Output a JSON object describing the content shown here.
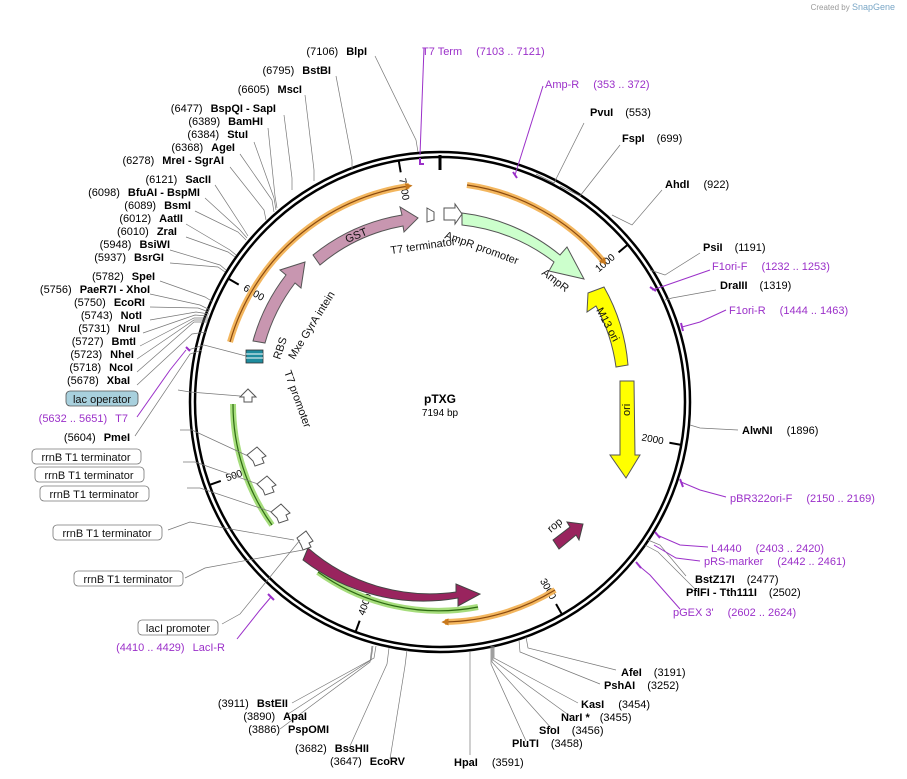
{
  "credit": {
    "prefix": "Created by",
    "brand": "SnapGene"
  },
  "plasmid": {
    "name": "pTXG",
    "size": "7194 bp",
    "length": 7194
  },
  "ticks": [
    "1000",
    "2000",
    "3000",
    "4000",
    "5000",
    "6000",
    "7000"
  ],
  "sites_right": [
    {
      "name": "PvuI",
      "pos": "(553)"
    },
    {
      "name": "FspI",
      "pos": "(699)"
    },
    {
      "name": "AhdI",
      "pos": "(922)"
    },
    {
      "name": "PsiI",
      "pos": "(1191)"
    },
    {
      "name": "DraIII",
      "pos": "(1319)"
    },
    {
      "name": "AlwNI",
      "pos": "(1896)"
    },
    {
      "name": "BstZ17I",
      "pos": "(2477)"
    },
    {
      "name": "PflFI - Tth111I",
      "pos": "(2502)"
    },
    {
      "name": "AfeI",
      "pos": "(3191)"
    },
    {
      "name": "PshAI",
      "pos": "(3252)"
    },
    {
      "name": "KasI",
      "pos": "(3454)"
    },
    {
      "name": "NarI *",
      "pos": "(3455)"
    },
    {
      "name": "SfoI",
      "pos": "(3456)"
    },
    {
      "name": "PluTI",
      "pos": "(3458)"
    },
    {
      "name": "HpaI",
      "pos": "(3591)"
    }
  ],
  "sites_left": [
    {
      "pos": "(7106)",
      "name": "BlpI"
    },
    {
      "pos": "(6795)",
      "name": "BstBI"
    },
    {
      "pos": "(6605)",
      "name": "MscI"
    },
    {
      "pos": "(6477)",
      "name": "BspQI - SapI"
    },
    {
      "pos": "(6389)",
      "name": "BamHI"
    },
    {
      "pos": "(6384)",
      "name": "StuI"
    },
    {
      "pos": "(6368)",
      "name": "AgeI"
    },
    {
      "pos": "(6278)",
      "name": "MreI - SgrAI"
    },
    {
      "pos": "(6121)",
      "name": "SacII"
    },
    {
      "pos": "(6098)",
      "name": "BfuAI - BspMI"
    },
    {
      "pos": "(6089)",
      "name": "BsmI"
    },
    {
      "pos": "(6012)",
      "name": "AatII"
    },
    {
      "pos": "(6010)",
      "name": "ZraI"
    },
    {
      "pos": "(5948)",
      "name": "BsiWI"
    },
    {
      "pos": "(5937)",
      "name": "BsrGI"
    },
    {
      "pos": "(5782)",
      "name": "SpeI"
    },
    {
      "pos": "(5756)",
      "name": "PaeR7I - XhoI"
    },
    {
      "pos": "(5750)",
      "name": "EcoRI"
    },
    {
      "pos": "(5743)",
      "name": "NotI"
    },
    {
      "pos": "(5731)",
      "name": "NruI"
    },
    {
      "pos": "(5727)",
      "name": "BmtI"
    },
    {
      "pos": "(5723)",
      "name": "NheI"
    },
    {
      "pos": "(5718)",
      "name": "NcoI"
    },
    {
      "pos": "(5678)",
      "name": "XbaI"
    },
    {
      "pos": "(5604)",
      "name": "PmeI"
    },
    {
      "pos": "(3911)",
      "name": "BstEII"
    },
    {
      "pos": "(3890)",
      "name": "ApaI"
    },
    {
      "pos": "(3886)",
      "name": "PspOMI"
    },
    {
      "pos": "(3682)",
      "name": "BssHII"
    },
    {
      "pos": "(3647)",
      "name": "EcoRV"
    }
  ],
  "primers": [
    {
      "name": "T7 Term",
      "range": "(7103 .. 7121)"
    },
    {
      "name": "Amp-R",
      "range": "(353 .. 372)"
    },
    {
      "name": "F1ori-F",
      "range": "(1232 .. 1253)"
    },
    {
      "name": "F1ori-R",
      "range": "(1444 .. 1463)"
    },
    {
      "name": "pBR322ori-F",
      "range": "(2150 .. 2169)"
    },
    {
      "name": "L4440",
      "range": "(2403 .. 2420)"
    },
    {
      "name": "pRS-marker",
      "range": "(2442 .. 2461)"
    },
    {
      "name": "pGEX 3'",
      "range": "(2602 .. 2624)"
    },
    {
      "name": "LacI-R",
      "range": "(4410 .. 4429)"
    },
    {
      "name": "T7",
      "range": "(5632 .. 5651)"
    }
  ],
  "boxed_features": [
    "lac operator",
    "rrnB T1 terminator",
    "rrnB T1 terminator",
    "rrnB T1 terminator",
    "rrnB T1 terminator",
    "rrnB T1 terminator",
    "lacI promoter"
  ],
  "features": [
    "T7 terminator",
    "AmpR promoter",
    "AmpR",
    "M13 ori",
    "ori",
    "rop",
    "lacI",
    "GST",
    "Mxe GyrA intein",
    "RBS",
    "T7 promoter"
  ],
  "colors": {
    "backbone": "#000000",
    "primer": "#9b30c9",
    "ampr": "#ccffcc",
    "ori": "#ffff00",
    "laci": "#99245e",
    "gst": "#c896b0",
    "orange_arc": "#f0a23a",
    "green_arc": "#7cc540",
    "lac_operator": "#a8d0dd"
  }
}
